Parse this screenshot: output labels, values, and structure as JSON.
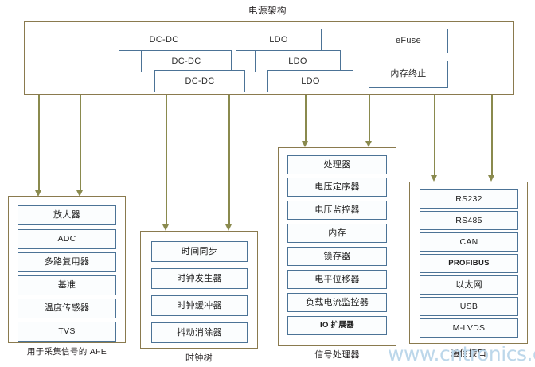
{
  "diagram": {
    "title": "电源架构",
    "watermark": "www.cntronics.com"
  },
  "power_block": {
    "dcdc": [
      {
        "label": "DC-DC"
      },
      {
        "label": "DC-DC"
      },
      {
        "label": "DC-DC"
      }
    ],
    "ldo": [
      {
        "label": "LDO"
      },
      {
        "label": "LDO"
      },
      {
        "label": "LDO"
      }
    ],
    "misc": [
      {
        "label": "eFuse"
      },
      {
        "label": "内存终止"
      }
    ]
  },
  "groups": [
    {
      "id": "afe",
      "caption": "用于采集信号的 AFE",
      "items": [
        {
          "label": "放大器"
        },
        {
          "label": "ADC"
        },
        {
          "label": "多路复用器"
        },
        {
          "label": "基准"
        },
        {
          "label": "温度传感器"
        },
        {
          "label": "TVS"
        }
      ]
    },
    {
      "id": "clock-tree",
      "caption": "时钟树",
      "items": [
        {
          "label": "时间同步"
        },
        {
          "label": "时钟发生器"
        },
        {
          "label": "时钟缓冲器"
        },
        {
          "label": "抖动消除器"
        }
      ]
    },
    {
      "id": "signal-processor",
      "caption": "信号处理器",
      "items": [
        {
          "label": "处理器"
        },
        {
          "label": "电压定序器"
        },
        {
          "label": "电压监控器"
        },
        {
          "label": "内存"
        },
        {
          "label": "锁存器"
        },
        {
          "label": "电平位移器"
        },
        {
          "label": "负载电流监控器"
        },
        {
          "label": "IO 扩展器"
        }
      ]
    },
    {
      "id": "comm-interface",
      "caption": "通信接口",
      "items": [
        {
          "label": "RS232"
        },
        {
          "label": "RS485"
        },
        {
          "label": "CAN"
        },
        {
          "label": "PROFIBUS"
        },
        {
          "label": "以太网"
        },
        {
          "label": "USB"
        },
        {
          "label": "M-LVDS"
        }
      ]
    }
  ],
  "colors": {
    "group_border": "#8a7a4e",
    "chip_border": "#4c7396",
    "arrow": "#8a8a4e",
    "watermark": "#bcd7ea",
    "text": "#231f20"
  }
}
